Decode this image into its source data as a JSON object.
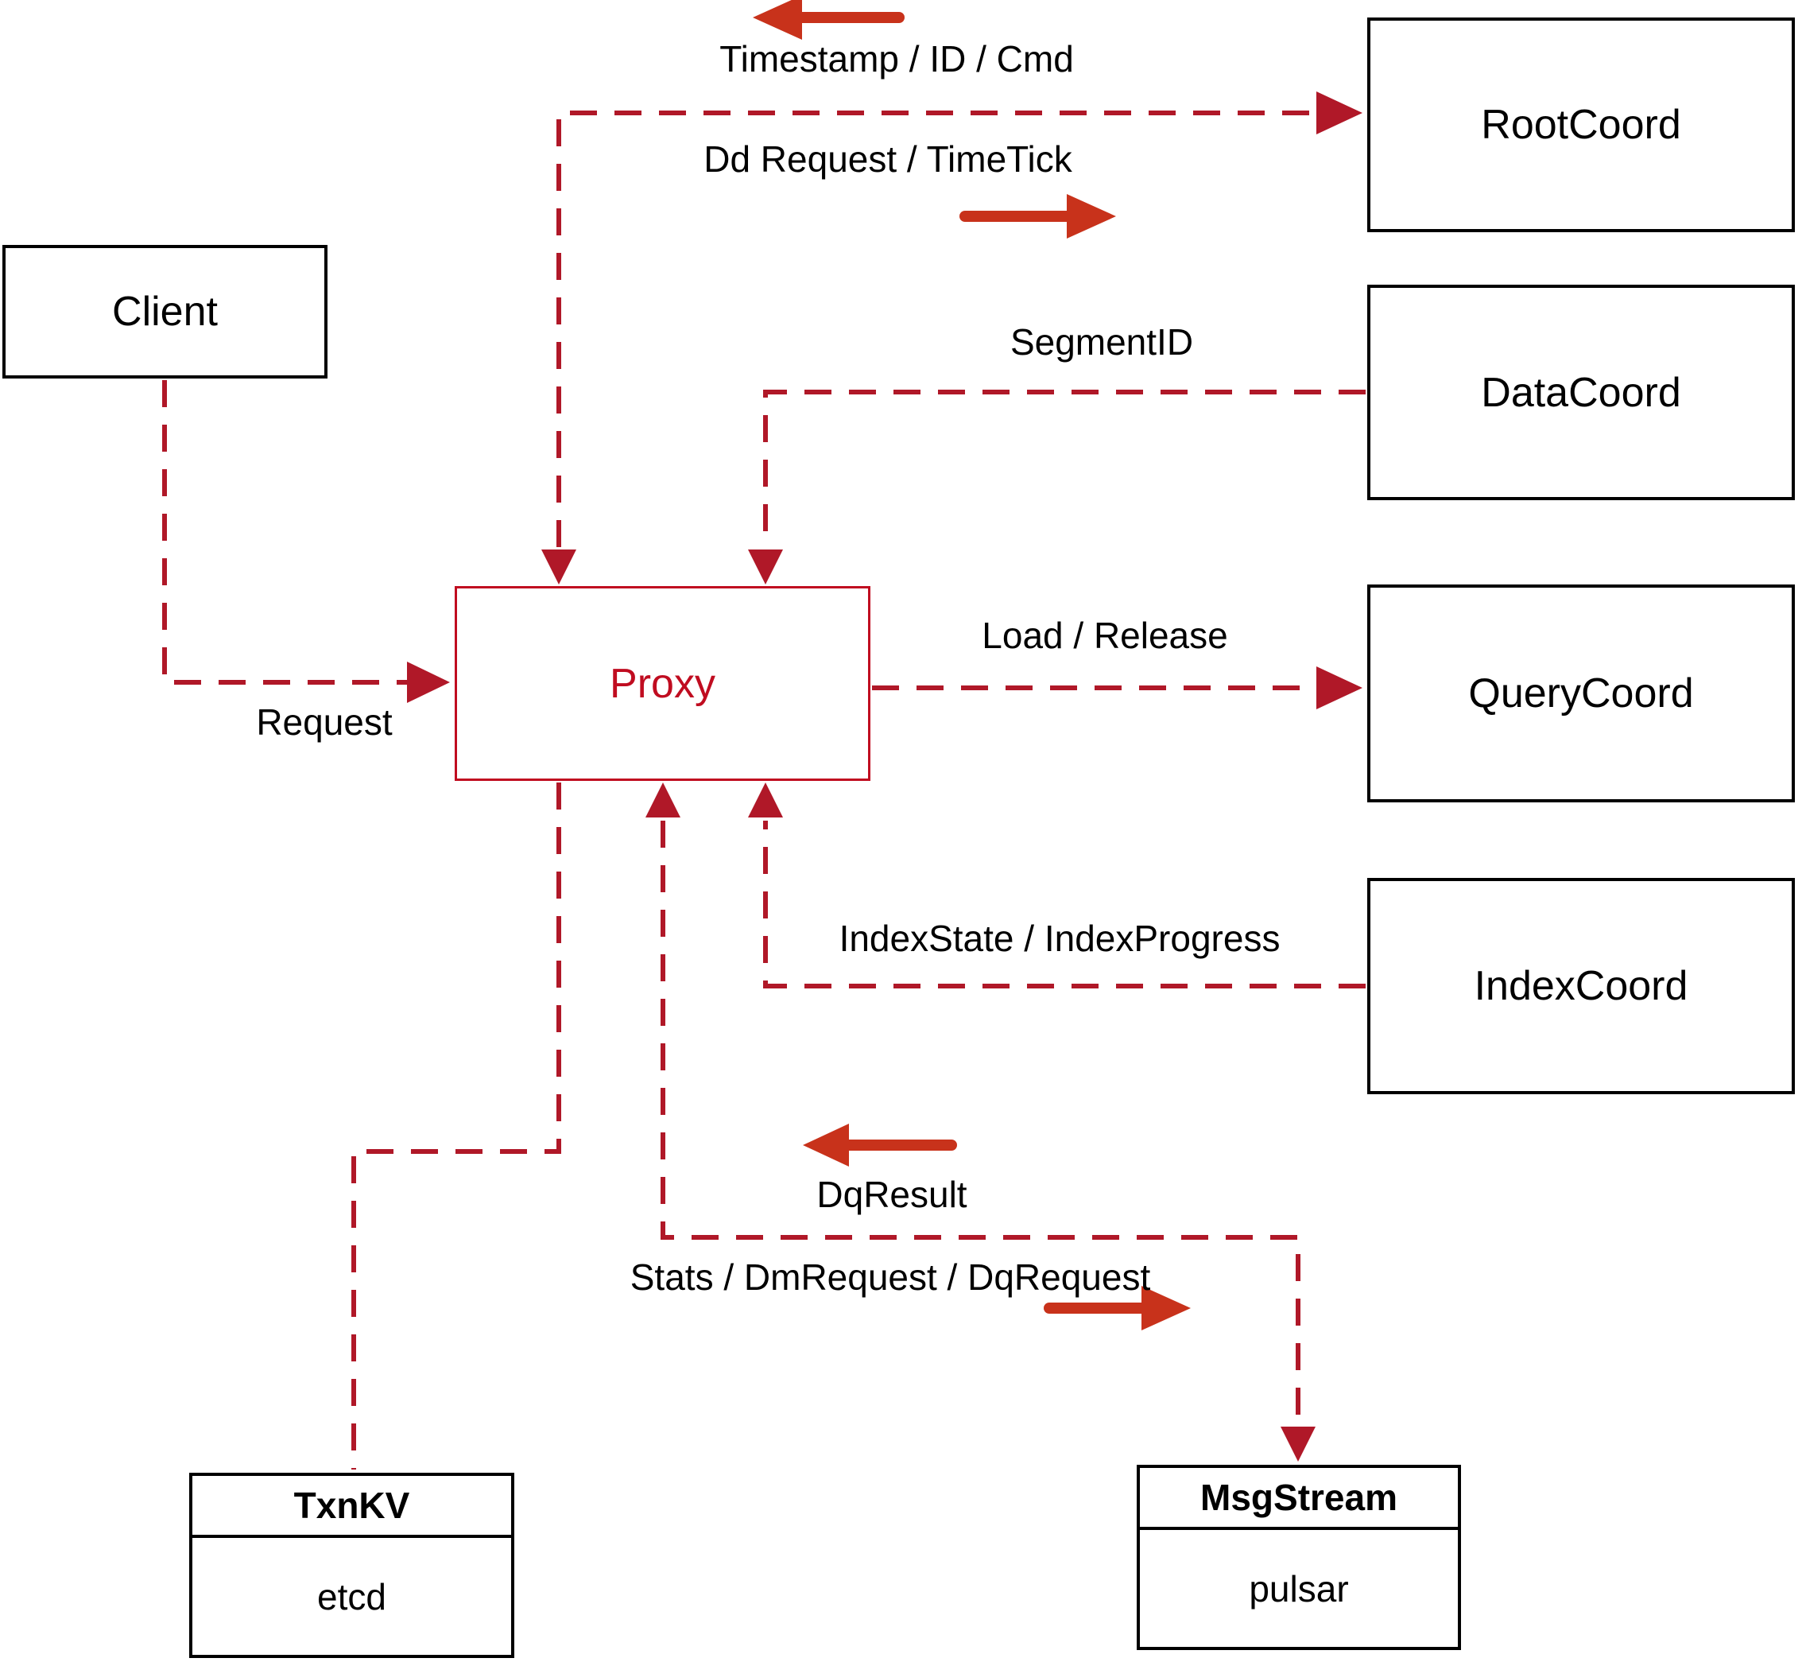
{
  "colors": {
    "line": "#b01828",
    "proxy": "#c00c20",
    "arrow": "#c8321b",
    "box_border": "#000000",
    "text": "#000000",
    "bg": "#ffffff"
  },
  "nodes": {
    "client": {
      "label": "Client"
    },
    "proxy": {
      "label": "Proxy"
    },
    "rootcoord": {
      "label": "RootCoord"
    },
    "datacoord": {
      "label": "DataCoord"
    },
    "querycoord": {
      "label": "QueryCoord"
    },
    "indexcoord": {
      "label": "IndexCoord"
    },
    "txnkv": {
      "title": "TxnKV",
      "body": "etcd"
    },
    "msgstream": {
      "title": "MsgStream",
      "body": "pulsar"
    }
  },
  "edge_labels": {
    "timestamp": "Timestamp / ID / Cmd",
    "dd_request": "Dd Request / TimeTick",
    "segment_id": "SegmentID",
    "load_release": "Load / Release",
    "index_state": "IndexState / IndexProgress",
    "request": "Request",
    "dq_result": "DqResult",
    "stats": "Stats / DmRequest / DqRequest"
  }
}
